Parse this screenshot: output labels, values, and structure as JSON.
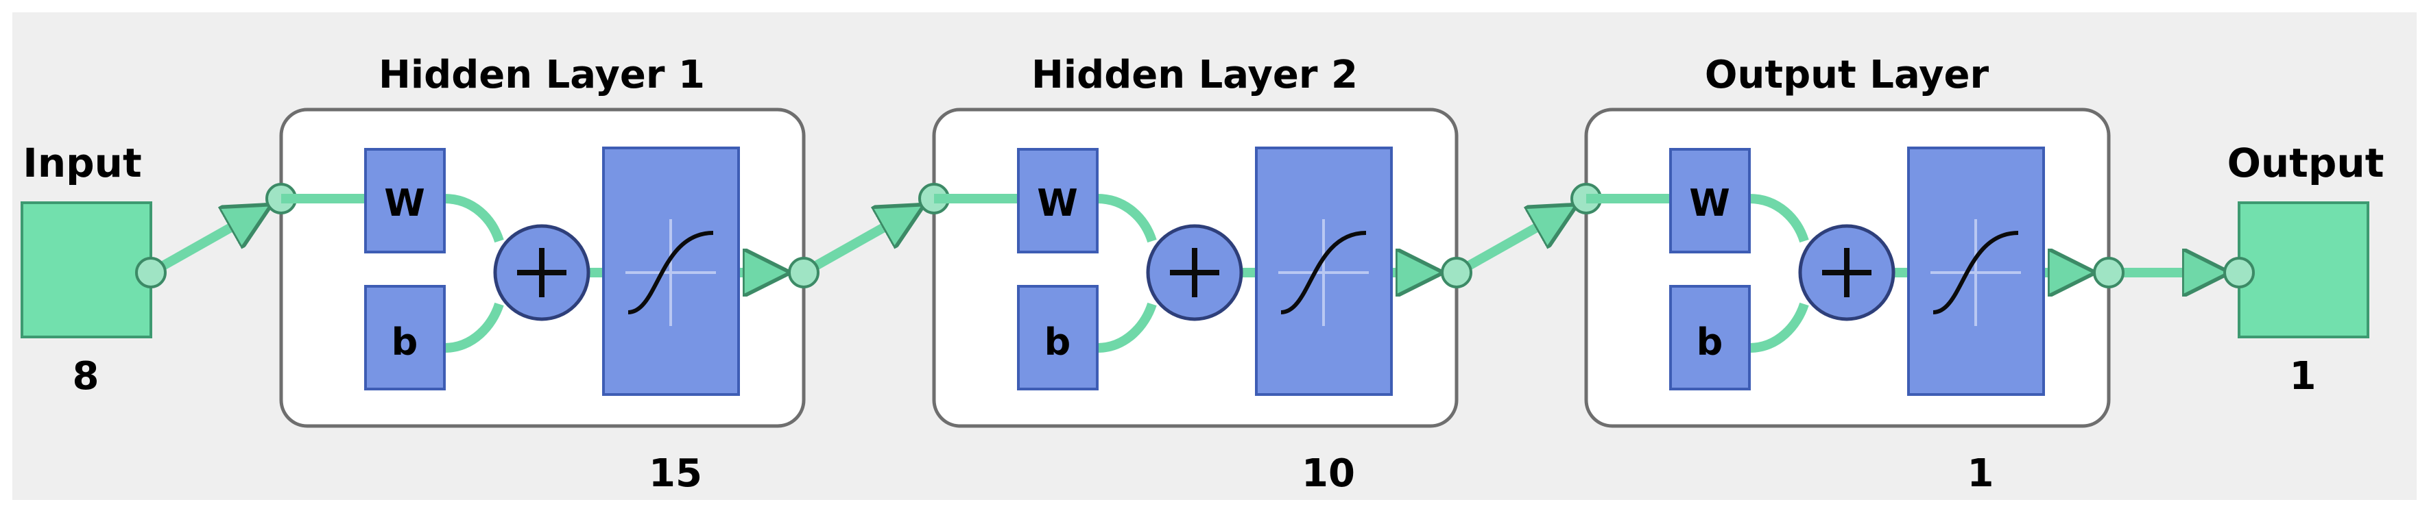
{
  "input": {
    "title": "Input",
    "size": "8"
  },
  "layers": [
    {
      "title": "Hidden Layer 1",
      "weight_symbol": "W",
      "bias_symbol": "b",
      "size": "15"
    },
    {
      "title": "Hidden Layer 2",
      "weight_symbol": "W",
      "bias_symbol": "b",
      "size": "10"
    },
    {
      "title": "Output Layer",
      "weight_symbol": "W",
      "bias_symbol": "b",
      "size": "1"
    }
  ],
  "output": {
    "title": "Output",
    "size": "1"
  },
  "colors": {
    "panel": "#efefef",
    "box_fill": "#ffffff",
    "box_stroke": "#6e6e6e",
    "io_block": "#72e0ad",
    "io_block_stroke": "#3d9a71",
    "connector": "#6fd8a8",
    "connector_dark": "#3c8a66",
    "node_fill": "#9fe4c4",
    "op_fill": "#7895e4",
    "op_stroke": "#3e5db4",
    "transfer_line": "#0b0b0b",
    "transfer_grid": "#b9c8f2"
  }
}
